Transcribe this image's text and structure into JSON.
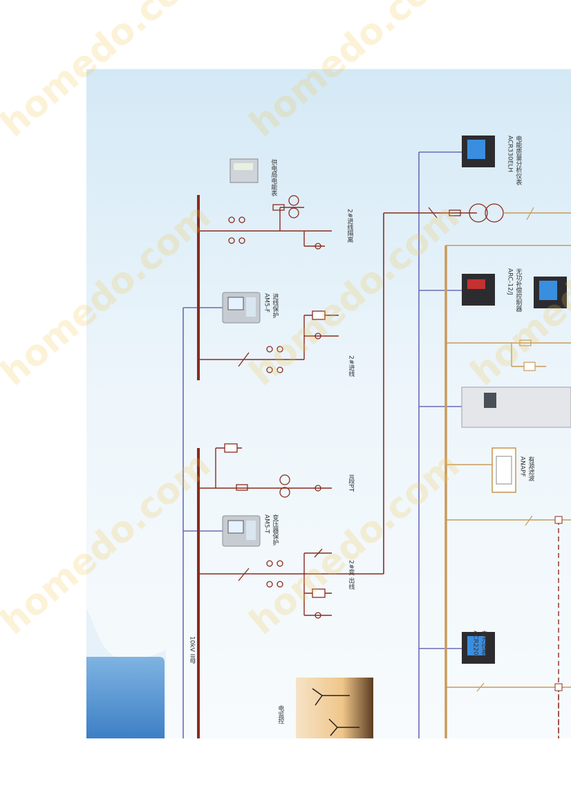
{
  "diagram": {
    "busbar_label": "10kV II母",
    "labels": {
      "utility_meter": "供电局电能表",
      "incoming_isolation": "2#进线隔离",
      "incoming_protection_line1": "进线保护",
      "incoming_protection_line2": "AM5-F",
      "incoming_2": "2#进线",
      "pt_section": "II段PT",
      "transformer_protection_line1": "变压器保护",
      "transformer_protection_line2": "AM5-T",
      "transformer_outgoing": "2#变 出线",
      "power_meter_line1": "电力仪表",
      "power_meter_line2": "ACR220EL",
      "quality_analyzer_line1": "电能质量分析仪表",
      "quality_analyzer_line2": "ACR330ELH",
      "reactive_comp_line1": "无功补偿控制器",
      "reactive_comp_line2": "ARC-12/J",
      "active_filter_line1": "有源滤波",
      "active_filter_line2": "ANAPF",
      "corner_title": "电监控"
    },
    "colors": {
      "hv_line": "#8a2a1e",
      "lv_line": "#c99a5a",
      "comm_line": "#6a6ab8",
      "panel_bg_top": "#d9ecf7",
      "tab_blue": "#4f8fce"
    }
  }
}
